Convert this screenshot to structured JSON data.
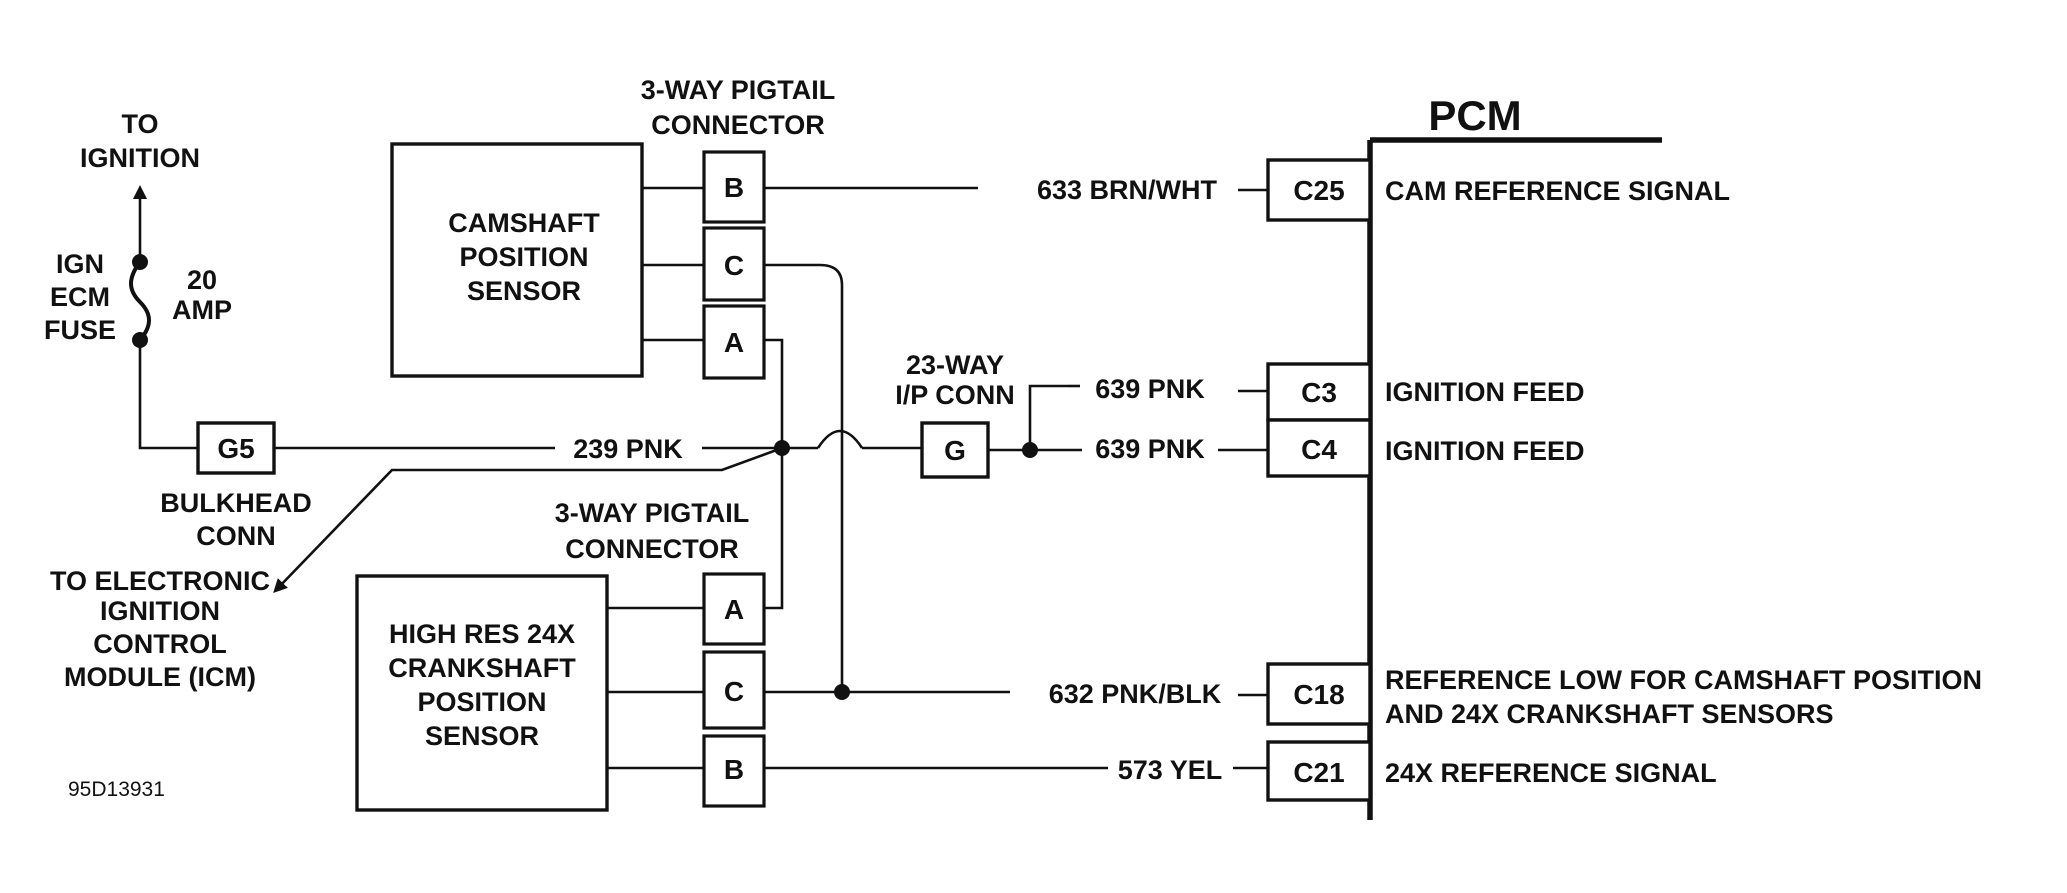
{
  "pcm": {
    "title": "PCM",
    "pins": [
      {
        "id": "C25",
        "wire": "633 BRN/WHT",
        "function": [
          "CAM REFERENCE SIGNAL"
        ]
      },
      {
        "id": "C3",
        "wire": "639 PNK",
        "function": [
          "IGNITION FEED"
        ]
      },
      {
        "id": "C4",
        "wire": "639 PNK",
        "function": [
          "IGNITION FEED"
        ]
      },
      {
        "id": "C18",
        "wire": "632 PNK/BLK",
        "function": [
          "REFERENCE LOW FOR CAMSHAFT POSITION",
          "AND 24X CRANKSHAFT SENSORS"
        ]
      },
      {
        "id": "C21",
        "wire": "573 YEL",
        "function": [
          "24X REFERENCE SIGNAL"
        ]
      }
    ]
  },
  "ignition": {
    "to_label": [
      "TO",
      "IGNITION"
    ],
    "fuse_label": [
      "IGN",
      "ECM",
      "FUSE"
    ],
    "fuse_rating": [
      "20",
      "AMP"
    ]
  },
  "bulkhead": {
    "pin": "G5",
    "label": [
      "BULKHEAD",
      "CONN"
    ],
    "wire": "239 PNK"
  },
  "icm_label": [
    "TO ELECTRONIC",
    "IGNITION",
    "CONTROL",
    "MODULE (ICM)"
  ],
  "ip_connector": {
    "label": [
      "23-WAY",
      "I/P CONN"
    ],
    "pin": "G"
  },
  "cam_connector": {
    "label": [
      "3-WAY PIGTAIL",
      "CONNECTOR"
    ],
    "pins": [
      "B",
      "C",
      "A"
    ]
  },
  "crank_connector": {
    "label": [
      "3-WAY PIGTAIL",
      "CONNECTOR"
    ],
    "pins": [
      "A",
      "C",
      "B"
    ]
  },
  "camshaft_sensor": {
    "label": [
      "CAMSHAFT",
      "POSITION",
      "SENSOR"
    ]
  },
  "crankshaft_sensor": {
    "label": [
      "HIGH RES 24X",
      "CRANKSHAFT",
      "POSITION",
      "SENSOR"
    ]
  },
  "figure_code": "95D13931"
}
